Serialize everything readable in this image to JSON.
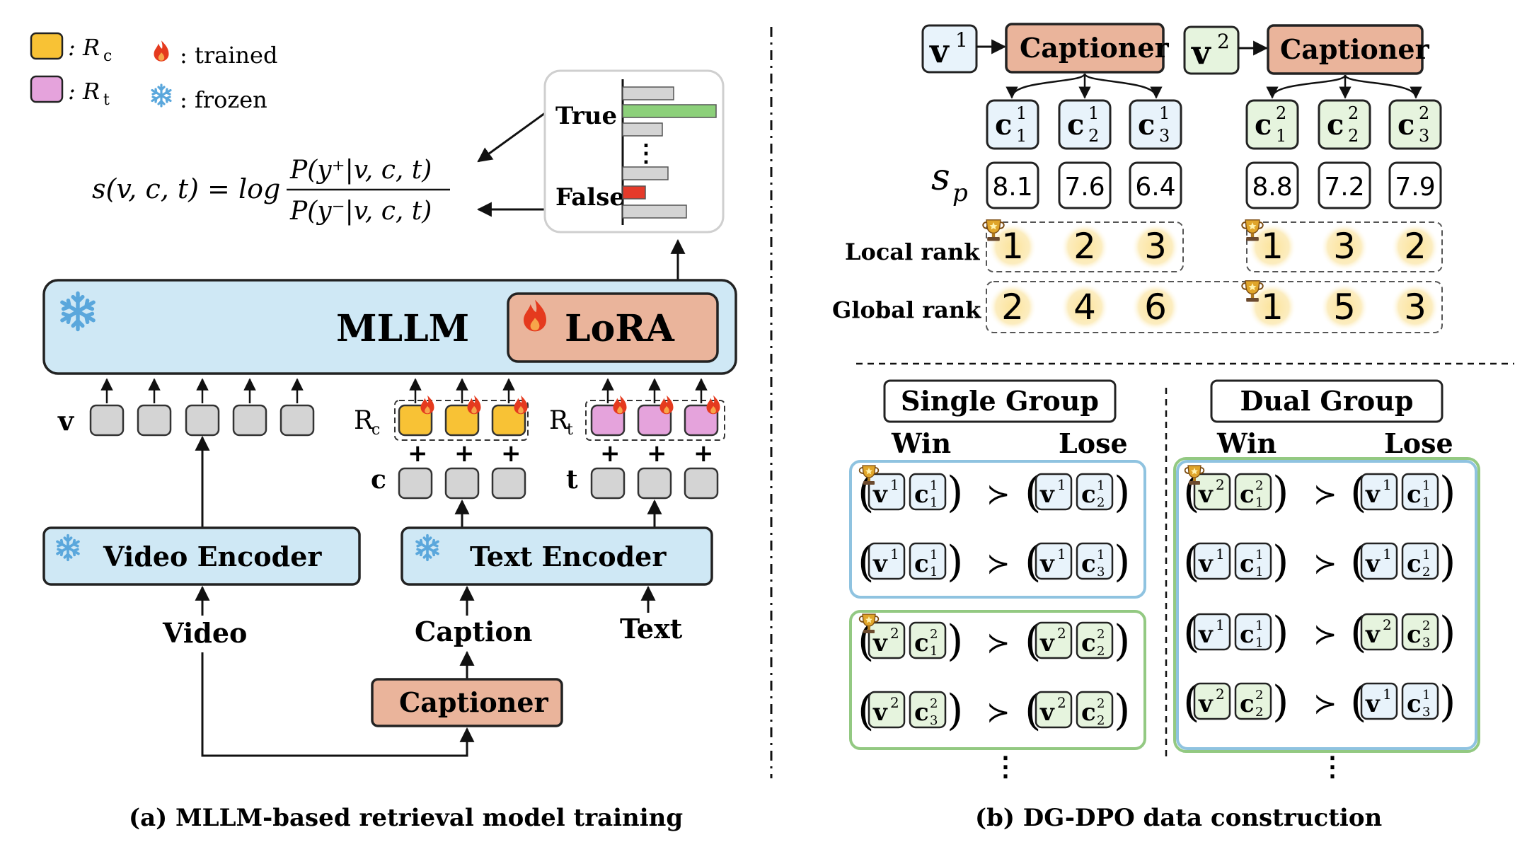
{
  "legend": {
    "rc_label": ": R",
    "rc_sub": "c",
    "rt_label": ": R",
    "rt_sub": "t",
    "trained_label": ": trained",
    "frozen_label": ": frozen"
  },
  "colors": {
    "rc": "#f8c235",
    "rt": "#e5a3dc",
    "token_gray": "#d4d4d4",
    "model_blue": "#cfe8f5",
    "captioner": "#eab49b",
    "video1_fill": "#e8f3fb",
    "video2_fill": "#e6f4de",
    "group_blue_border": "#8fc3e0",
    "group_green_border": "#93c982",
    "bar_true": "#8cd07a",
    "bar_false": "#e53a2a",
    "rank_glow": "#fbe7a3",
    "flame": "#e53a1e",
    "snowflake": "#5aa7dc"
  },
  "panel_a": {
    "formula_lhs": "s(v, c, t) = log",
    "formula_num": "P(y⁺|v, c, t)",
    "formula_den": "P(y⁻|v, c, t)",
    "true_label": "True",
    "false_label": "False",
    "dots": "⋮",
    "mllm_label": "MLLM",
    "lora_label": "LoRA",
    "v_label": "v",
    "rc_label": "R",
    "rc_sub": "c",
    "rt_label": "R",
    "rt_sub": "t",
    "c_label": "c",
    "t_label": "t",
    "plus": "+",
    "video_encoder_label": "Video Encoder",
    "text_encoder_label": "Text Encoder",
    "video_input": "Video",
    "caption_input": "Caption",
    "text_input": "Text",
    "captioner_label": "Captioner",
    "caption": "(a)  MLLM-based retrieval model training"
  },
  "panel_b": {
    "v1": "v",
    "v1_sup": "1",
    "v2": "v",
    "v2_sup": "2",
    "captioner_label": "Captioner",
    "group1_captions": [
      {
        "base": "c",
        "sub": "1",
        "sup": "1"
      },
      {
        "base": "c",
        "sub": "2",
        "sup": "1"
      },
      {
        "base": "c",
        "sub": "3",
        "sup": "1"
      }
    ],
    "group2_captions": [
      {
        "base": "c",
        "sub": "1",
        "sup": "2"
      },
      {
        "base": "c",
        "sub": "2",
        "sup": "2"
      },
      {
        "base": "c",
        "sub": "3",
        "sup": "2"
      }
    ],
    "sp_label": "s",
    "sp_sub": "p",
    "scores_group1": [
      "8.1",
      "7.6",
      "6.4"
    ],
    "scores_group2": [
      "8.8",
      "7.2",
      "7.9"
    ],
    "local_rank_label": "Local rank",
    "global_rank_label": "Global rank",
    "local_rank_group1": [
      "1",
      "2",
      "3"
    ],
    "local_rank_group2": [
      "1",
      "3",
      "2"
    ],
    "global_rank_group1": [
      "2",
      "4",
      "6"
    ],
    "global_rank_group2": [
      "1",
      "5",
      "3"
    ],
    "single_group_label": "Single Group",
    "dual_group_label": "Dual Group",
    "win_label": "Win",
    "lose_label": "Lose",
    "succ": "≻",
    "dots": "⋮",
    "single_pairs_blue": [
      {
        "win": [
          "1",
          "1",
          "1"
        ],
        "lose": [
          "1",
          "2",
          "1"
        ]
      },
      {
        "win": [
          "1",
          "1",
          "1"
        ],
        "lose": [
          "1",
          "3",
          "1"
        ]
      }
    ],
    "single_pairs_green": [
      {
        "win": [
          "2",
          "1",
          "2"
        ],
        "lose": [
          "2",
          "2",
          "2"
        ]
      },
      {
        "win": [
          "2",
          "3",
          "2"
        ],
        "lose": [
          "2",
          "2",
          "2"
        ]
      }
    ],
    "dual_pairs": [
      {
        "win": [
          "2",
          "1",
          "2"
        ],
        "lose": [
          "1",
          "1",
          "1"
        ]
      },
      {
        "win": [
          "1",
          "1",
          "1"
        ],
        "lose": [
          "1",
          "2",
          "1"
        ]
      },
      {
        "win": [
          "1",
          "1",
          "1"
        ],
        "lose": [
          "2",
          "3",
          "2"
        ]
      },
      {
        "win": [
          "2",
          "2",
          "2"
        ],
        "lose": [
          "1",
          "3",
          "1"
        ]
      }
    ],
    "caption": "(b) DG-DPO data construction"
  }
}
